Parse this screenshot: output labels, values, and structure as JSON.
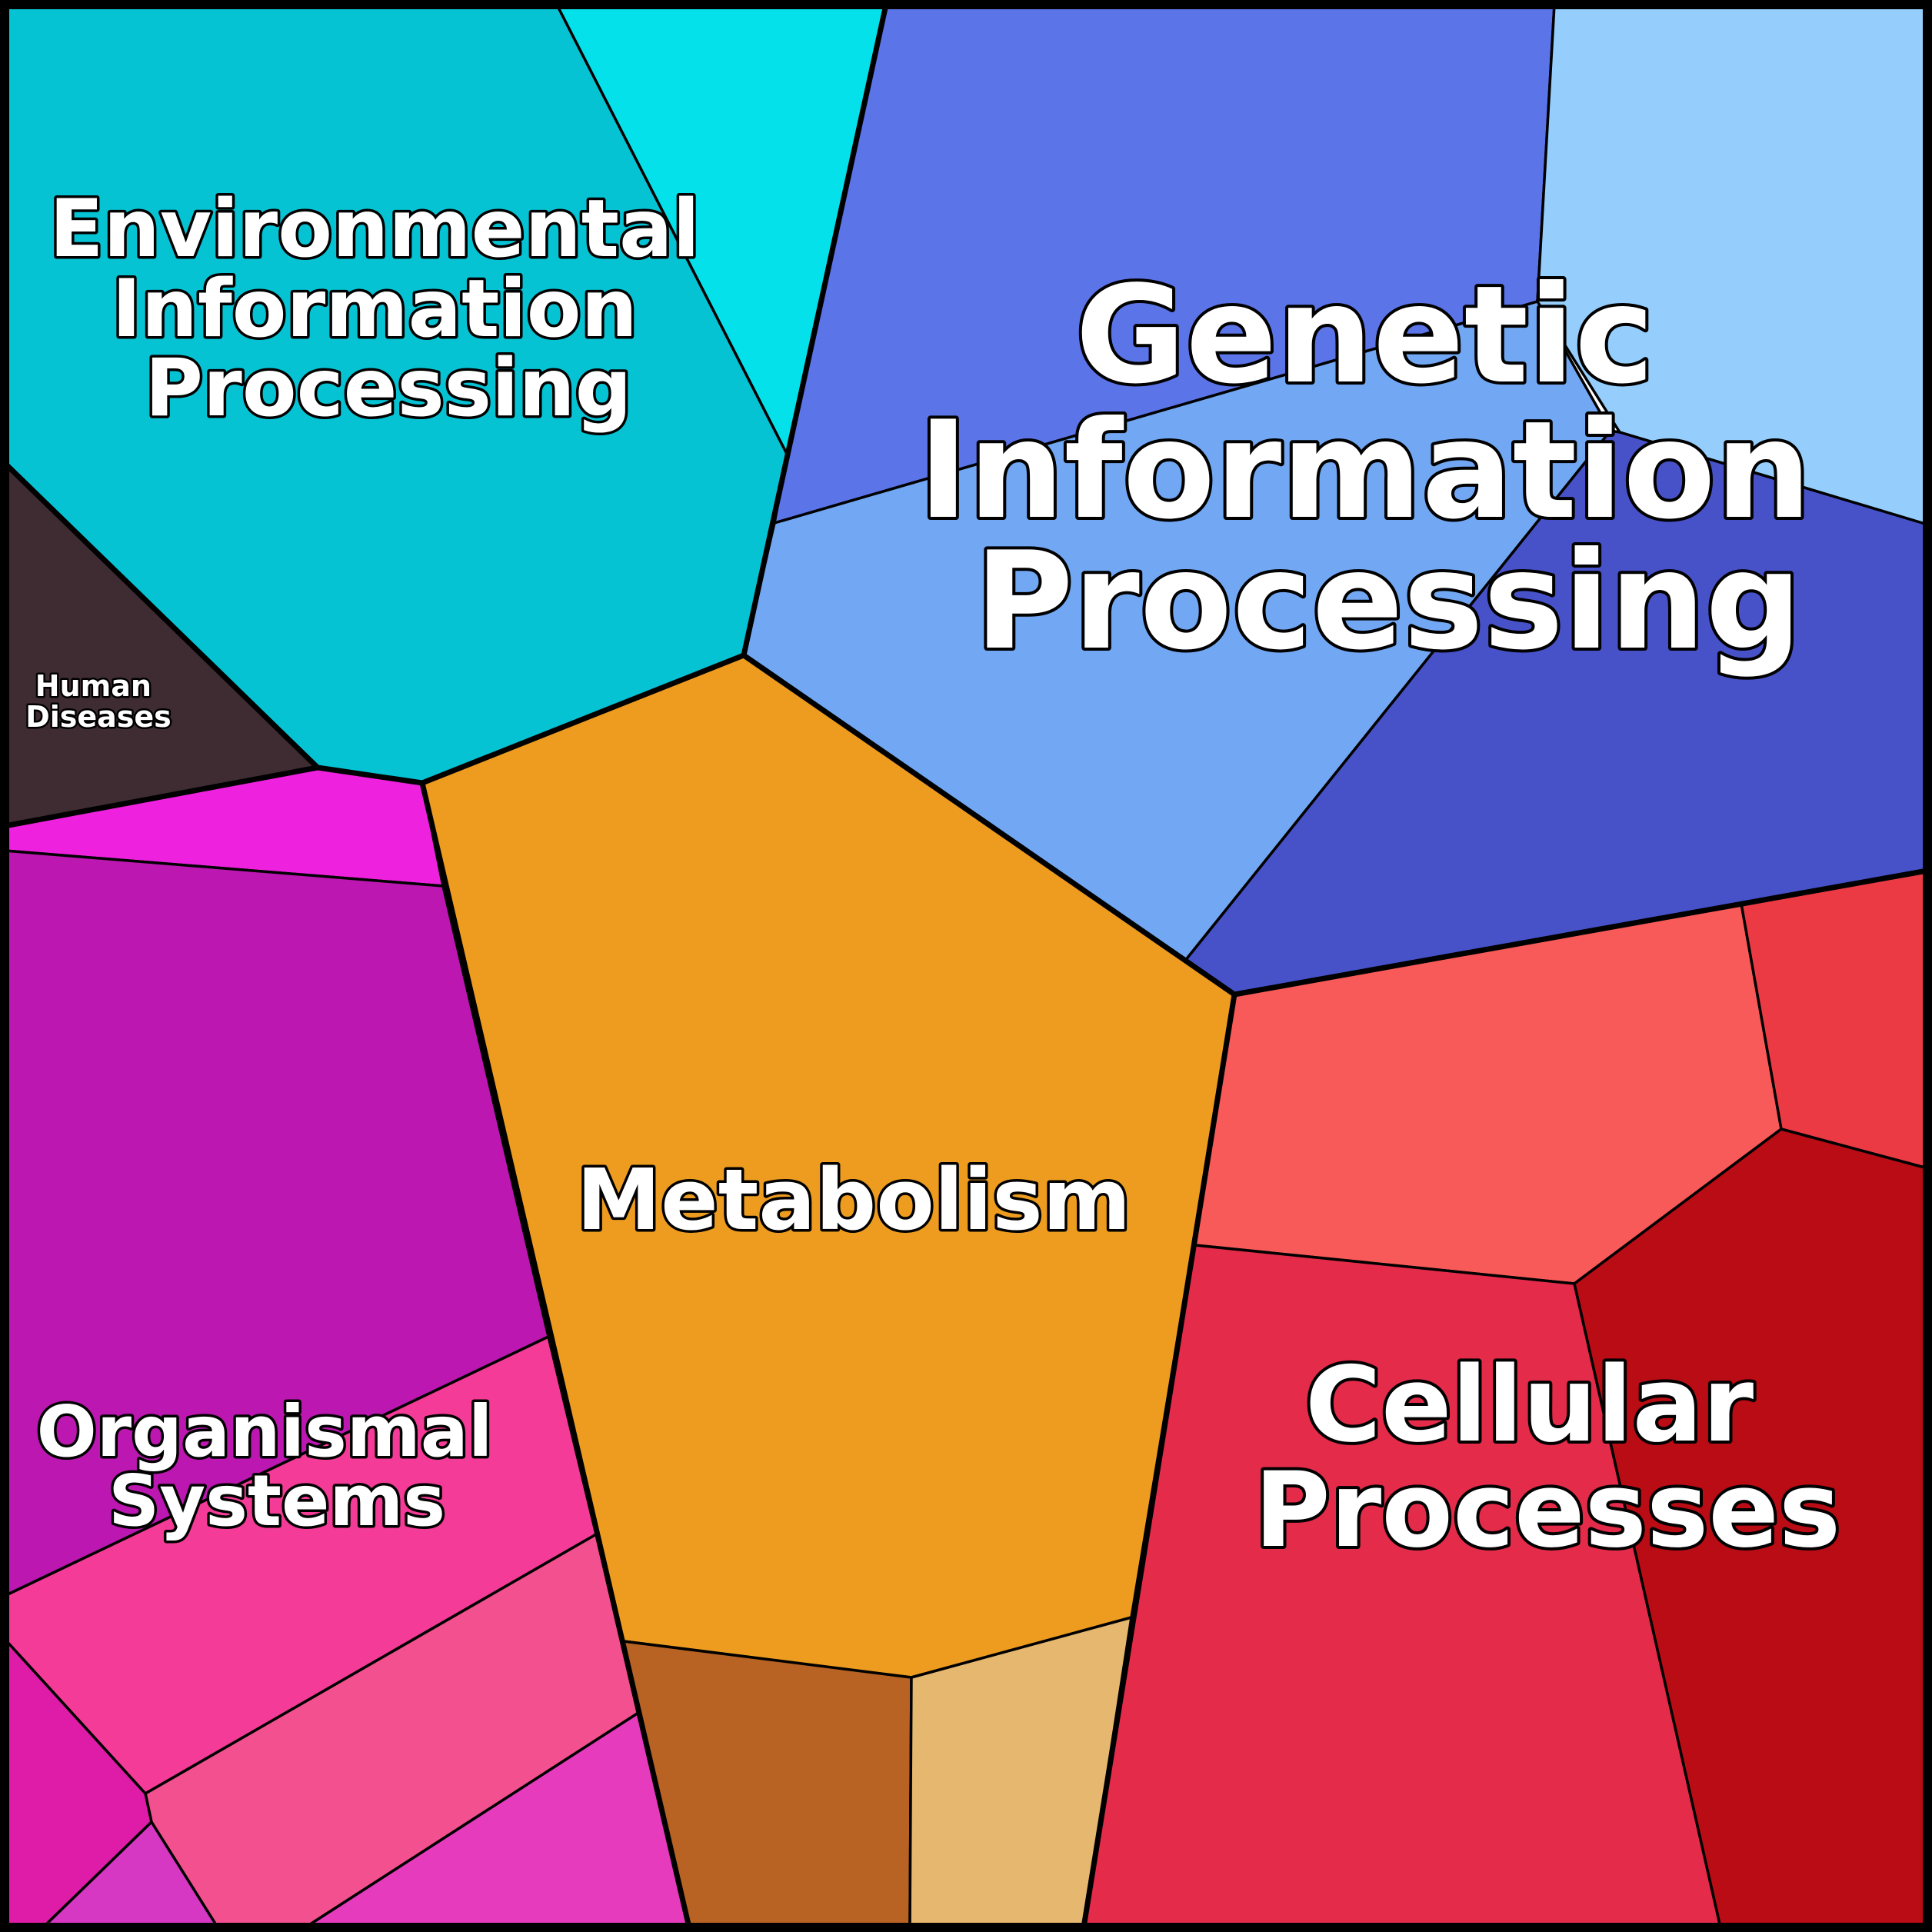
{
  "diagram": {
    "labels": {
      "environmental": [
        "Environmental",
        "Information",
        "Processing"
      ],
      "genetic": [
        "Genetic",
        "Information",
        "Processing"
      ],
      "human": [
        "Human",
        "Diseases"
      ],
      "metabolism": [
        "Metabolism"
      ],
      "organismal": [
        "Organismal",
        "Systems"
      ],
      "cellular": [
        "Cellular",
        "Processes"
      ]
    },
    "colors": {
      "environmental_main": "#06C3D4",
      "environmental_sub": "#04E1EB",
      "genetic_top": "#5B74E8",
      "genetic_light": "#95CEFD",
      "genetic_mid": "#72A8F3",
      "genetic_dark": "#4752C9",
      "human_diseases": "#3E2C32",
      "metabolism_main": "#ED9C1F",
      "metabolism_brown": "#B86323",
      "metabolism_tan": "#E6B76E",
      "organismal_magenta_top": "#EE22DE",
      "organismal_purple": "#BD17B1",
      "organismal_pink": "#F43B98",
      "organismal_rose": "#F2508E",
      "organismal_fuchsia": "#E73BBE",
      "organismal_magenta_low": "#DF1CA7",
      "organismal_orchid": "#D637C3",
      "cellular_salmon": "#F75A58",
      "cellular_red": "#EC3A45",
      "cellular_crimson": "#E42B4A",
      "cellular_dark_red": "#B90C15"
    }
  }
}
